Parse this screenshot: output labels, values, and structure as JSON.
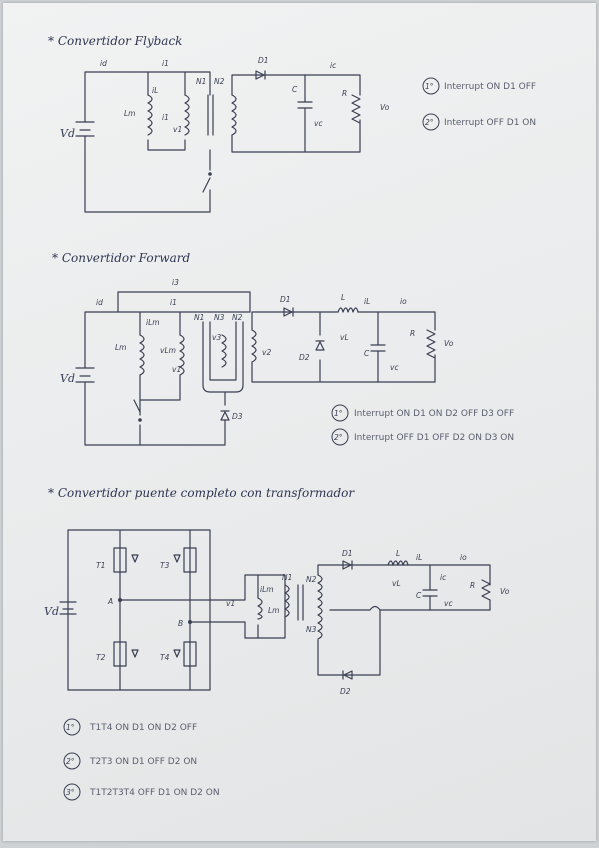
{
  "sections": [
    {
      "title": "* Convertidor Flyback",
      "notes": [
        {
          "num": "1°",
          "text": "Interrupt ON   D1 OFF"
        },
        {
          "num": "2°",
          "text": "Interrupt OFF  D1 ON"
        }
      ]
    },
    {
      "title": "* Convertidor Forward",
      "notes": [
        {
          "num": "1°",
          "text": "Interrupt ON   D1 ON  D2 OFF  D3 OFF"
        },
        {
          "num": "2°",
          "text": "Interrupt OFF  D1 OFF  D2 ON  D3 ON"
        }
      ]
    },
    {
      "title": "* Convertidor puente completo con transformador",
      "notes": [
        {
          "num": "1°",
          "text": "T1T4 ON    D1 ON   D2 OFF"
        },
        {
          "num": "2°",
          "text": "T2T3 ON    D1 OFF  D2 ON"
        },
        {
          "num": "3°",
          "text": "T1T2T3T4 OFF    D1 ON  D2 ON"
        }
      ]
    }
  ],
  "labels": {
    "flyback": {
      "vd": "Vd",
      "id": "id",
      "i1": "i1",
      "iL": "iL",
      "Lm": "Lm",
      "i1b": "i1",
      "v1": "v1",
      "N1": "N1",
      "N2": "N2",
      "D1": "D1",
      "ic": "ic",
      "C": "C",
      "R": "R",
      "vo": "Vo",
      "vc": "vc"
    },
    "forward": {
      "i3": "i3",
      "id": "id",
      "i1": "i1",
      "Lm": "Lm",
      "iLm": "iLm",
      "vLm": "vLm",
      "v1": "v1",
      "N1": "N1",
      "v3": "v3",
      "N3": "N3",
      "N2": "N2",
      "v2": "v2",
      "D1": "D1",
      "L": "L",
      "iL": "iL",
      "vL": "vL",
      "io": "io",
      "D2": "D2",
      "C": "C",
      "R": "R",
      "vo": "Vo",
      "vc": "vc",
      "vd": "Vd",
      "D3": "D3"
    },
    "bridge": {
      "T1": "T1",
      "T3": "T3",
      "T2": "T2",
      "T4": "T4",
      "A": "A",
      "B": "B",
      "vd": "Vd",
      "ilm": "iLm",
      "v1": "v1",
      "Lm": "Lm",
      "N1": "N1",
      "N2": "N2",
      "N3": "N3",
      "D1": "D1",
      "L": "L",
      "iL": "iL",
      "vL": "vL",
      "ic": "ic",
      "C": "C",
      "vc": "vc",
      "io": "io",
      "R": "R",
      "vo": "Vo",
      "D2": "D2"
    }
  }
}
